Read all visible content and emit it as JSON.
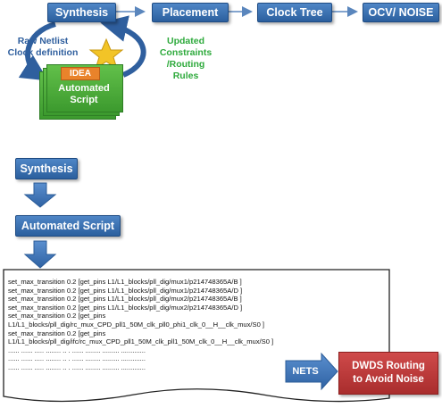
{
  "flow": {
    "synthesis": "Synthesis",
    "placement": "Placement",
    "clock_tree": "Clock Tree",
    "ocv_noise": "OCV/ NOISE"
  },
  "left_label": {
    "line1": "Raw Netlist",
    "line2": "Clock definition"
  },
  "right_label": {
    "line1": "Updated",
    "line2": "Constraints",
    "line3": "/Routing",
    "line4": "Rules"
  },
  "script_icon": {
    "tag": "IDEA",
    "line1": "Automated",
    "line2": "Script"
  },
  "lower_flow": {
    "synthesis": "Synthesis",
    "automated_script": "Automated Script"
  },
  "script_lines": [
    "set_max_transition 0.2 [get_pins L1/L1_blocks/pll_dig/mux1/p214748365A/B ]",
    "set_max_transition 0.2 [get_pins L1/L1_blocks/pll_dig/mux1/p214748365A/D ]",
    "set_max_transition 0.2 [get_pins L1/L1_blocks/pll_dig/mux2/p214748365A/B ]",
    "set_max_transition 0.2 [get_pins L1/L1_blocks/pll_dig/mux2/p214748365A/D ]",
    "set_max_transition 0.2 [get_pins",
    "L1/L1_blocks/pll_dig/rc_mux_CPD_pll1_50M_clk_pll0_phi1_clk_0__H__clk_mux/S0 ]",
    "set_max_transition 0.2 [get_pins",
    "L1/L1_blocks/pll_dig/ifc/rc_mux_CPD_pll1_50M_clk_pll1_50M_clk_0__H__clk_mux/S0 ]",
    "...... ...... ..... ........ .. . ...... ........ ......... .............",
    "...... ...... ..... ........ .. . ...... ........ ......... .............",
    "...... ...... ..... ........ .. . ...... ........ ......... ............."
  ],
  "nets_label": "NETS",
  "output": {
    "line1": "DWDS Routing",
    "line2": "to Avoid Noise"
  },
  "colors": {
    "box_blue": "#3a70b2",
    "arrow_blue": "#3b6fb0",
    "label_blue": "#2f5f9e",
    "label_green": "#2eaa3c",
    "script_green": "#4caf3c",
    "idea_orange": "#e9832b",
    "star_gold": "#f0c020",
    "output_red": "#b83535"
  }
}
